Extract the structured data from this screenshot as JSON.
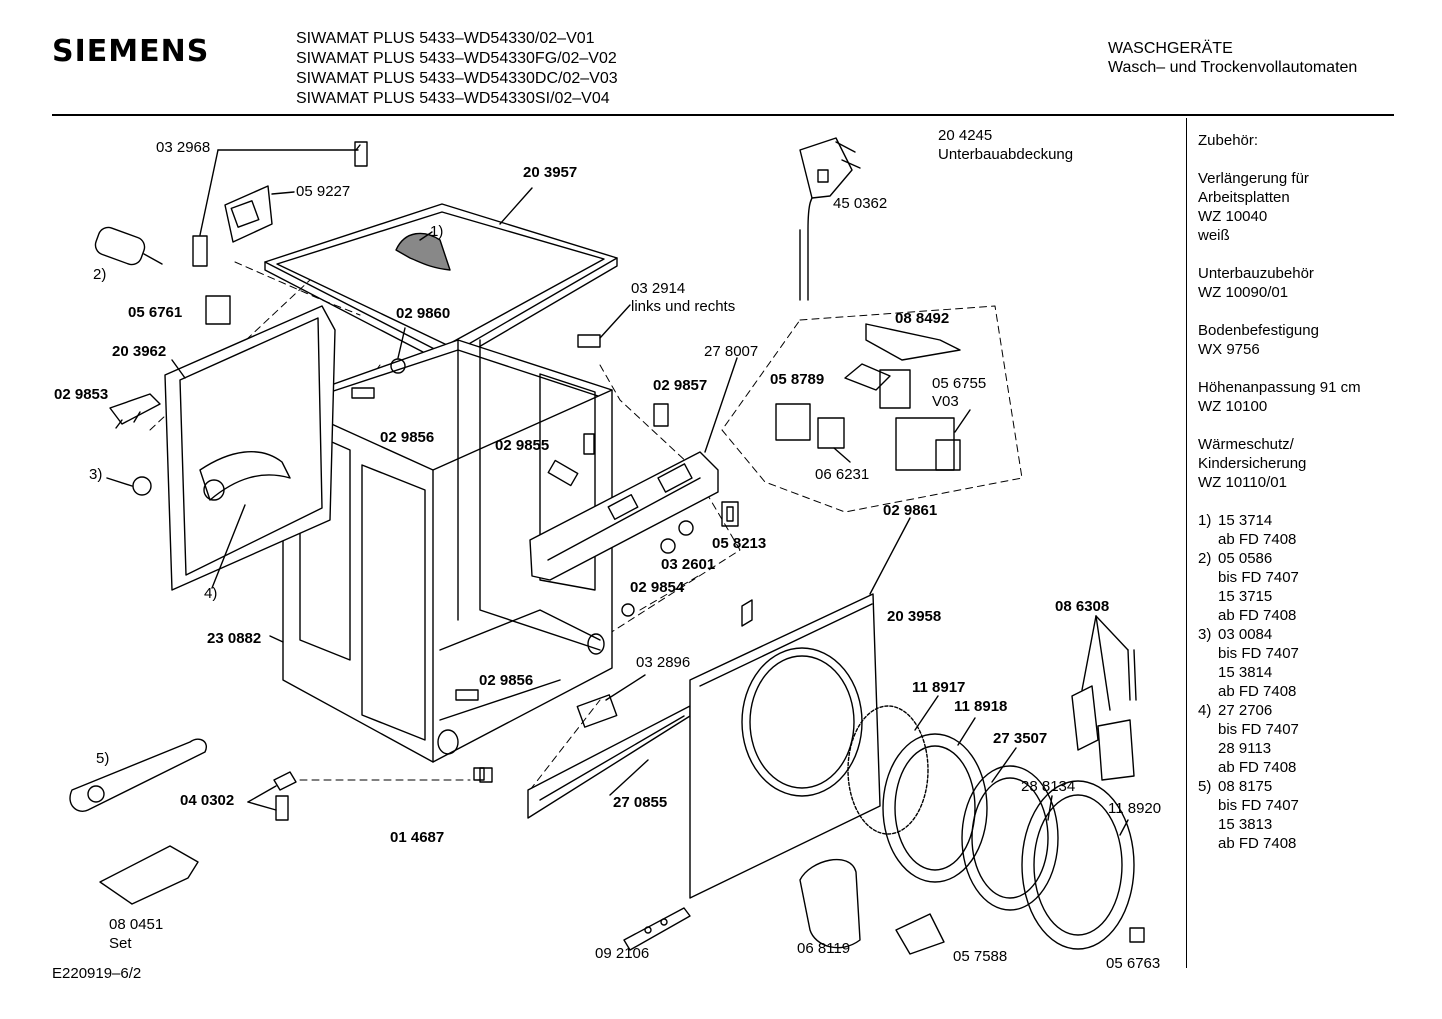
{
  "header": {
    "brand": "SIEMENS",
    "models": [
      "SIWAMAT PLUS 5433–WD54330/02–V01",
      "SIWAMAT PLUS 5433–WD54330FG/02–V02",
      "SIWAMAT PLUS 5433–WD54330DC/02–V03",
      "SIWAMAT PLUS 5433–WD54330SI/02–V04"
    ],
    "category_line1": "WASCHGERÄTE",
    "category_line2": "Wasch– und Trockenvollautomaten"
  },
  "sidebar": {
    "title": "Zubehör:",
    "accessories": [
      {
        "name1": "Verlängerung für",
        "name2": "Arbeitsplatten",
        "code": "WZ 10040",
        "extra": "weiß"
      },
      {
        "name1": "Unterbauzubehör",
        "name2": "",
        "code": "WZ 10090/01",
        "extra": ""
      },
      {
        "name1": "Bodenbefestigung",
        "name2": "",
        "code": "WX 9756",
        "extra": ""
      },
      {
        "name1": "Höhenanpassung 91 cm",
        "name2": "",
        "code": "WZ 10100",
        "extra": ""
      },
      {
        "name1": "Wärmeschutz/",
        "name2": "Kindersicherung",
        "code": "WZ 10110/01",
        "extra": ""
      }
    ],
    "notes": [
      {
        "num": "1)",
        "lines": [
          "15 3714",
          "ab FD 7408"
        ]
      },
      {
        "num": "2)",
        "lines": [
          "05 0586",
          "bis FD 7407",
          "15 3715",
          "ab FD 7408"
        ]
      },
      {
        "num": "3)",
        "lines": [
          "03 0084",
          "bis FD 7407",
          "15 3814",
          "ab FD 7408"
        ]
      },
      {
        "num": "4)",
        "lines": [
          "27 2706",
          "bis FD 7407",
          "28 9113",
          "ab FD 7408"
        ]
      },
      {
        "num": "5)",
        "lines": [
          "08 8175",
          "bis FD 7407",
          "15 3813",
          "ab FD 7408"
        ]
      }
    ]
  },
  "footer": {
    "doc_id": "E220919–6/2"
  },
  "parts": {
    "p032968": "03 2968",
    "p059227": "05 9227",
    "p203957": "20 3957",
    "p204245": "20 4245",
    "p204245_desc": "Unterbauabdeckung",
    "p450362": "45 0362",
    "note1": "1)",
    "note2": "2)",
    "p056761": "05 6761",
    "p032914": "03 2914",
    "p032914_desc": "links und rechts",
    "p029860": "02 9860",
    "p088492": "08 8492",
    "p203962": "20 3962",
    "p278007": "27 8007",
    "p058789": "05 8789",
    "p056755": "05 6755",
    "v03": "V03",
    "p029853": "02 9853",
    "p029857": "02 9857",
    "p029856a": "02 9856",
    "p029855": "02 9855",
    "p066231": "06 6231",
    "note3": "3)",
    "p029861": "02 9861",
    "p058213": "05 8213",
    "p032601": "03 2601",
    "note4": "4)",
    "p029854": "02 9854",
    "p203958": "20 3958",
    "p086308": "08 6308",
    "p230882": "23 0882",
    "p032896": "03 2896",
    "p029856b": "02 9856",
    "p118917": "11 8917",
    "p118918": "11 8918",
    "p273507": "27 3507",
    "note5": "5)",
    "p288134": "28 8134",
    "p118920": "11 8920",
    "p040302": "04 0302",
    "p270855": "27 0855",
    "p014687": "01 4687",
    "p080451": "08 0451",
    "p080451_set": "Set",
    "p092106": "09 2106",
    "p068119": "06 8119",
    "p057588": "05 7588",
    "p056763": "05 6763"
  }
}
